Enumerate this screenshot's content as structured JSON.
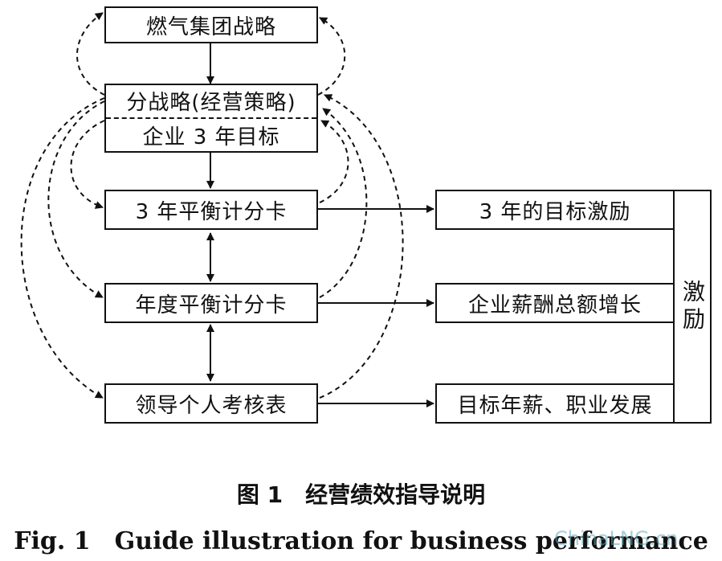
{
  "boxes": {
    "group_strategy": "燃气集团战略",
    "sub_strategy": "分战略(经营策略)",
    "enterprise_goal": "企业 3 年目标",
    "bsc_3yr": "3 年平衡计分卡",
    "bsc_annual": "年度平衡计分卡",
    "leader_eval": "领导个人考核表",
    "incentive_3yr": "3 年的目标激励",
    "salary_growth": "企业薪酬总额增长",
    "target_salary": "目标年薪、职业发展",
    "incentive": "激励"
  },
  "caption": {
    "cn": "图 1　经营绩效指导说明",
    "en": "Fig. 1　Guide illustration for business performance"
  },
  "watermark": "ChinaLNG.cn"
}
